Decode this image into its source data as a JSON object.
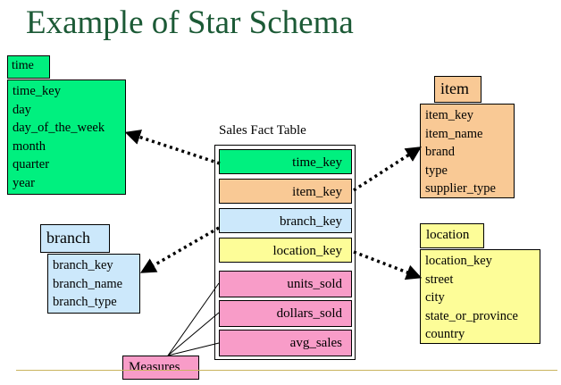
{
  "title": "Example of Star Schema",
  "fact_table": {
    "caption": "Sales Fact Table",
    "rows": [
      "time_key",
      "item_key",
      "branch_key",
      "location_key",
      "units_sold",
      "dollars_sold",
      "avg_sales"
    ]
  },
  "dimensions": {
    "time": {
      "name": "time",
      "fields": [
        "time_key",
        "day",
        "day_of_the_week",
        "month",
        "quarter",
        "year"
      ]
    },
    "item": {
      "name": "item",
      "fields": [
        "item_key",
        "item_name",
        "brand",
        "type",
        "supplier_type"
      ]
    },
    "branch": {
      "name": "branch",
      "fields": [
        "branch_key",
        "branch_name",
        "branch_type"
      ]
    },
    "location": {
      "name": "location",
      "fields": [
        "location_key",
        "street",
        "city",
        "state_or_province",
        "country"
      ]
    }
  },
  "measures_label": "Measures",
  "colors": {
    "title": "#1c5a36",
    "time": "#00f07f",
    "item": "#f9c995",
    "branch": "#cce8fb",
    "location": "#fdfd98",
    "measures": "#f89cc8"
  }
}
